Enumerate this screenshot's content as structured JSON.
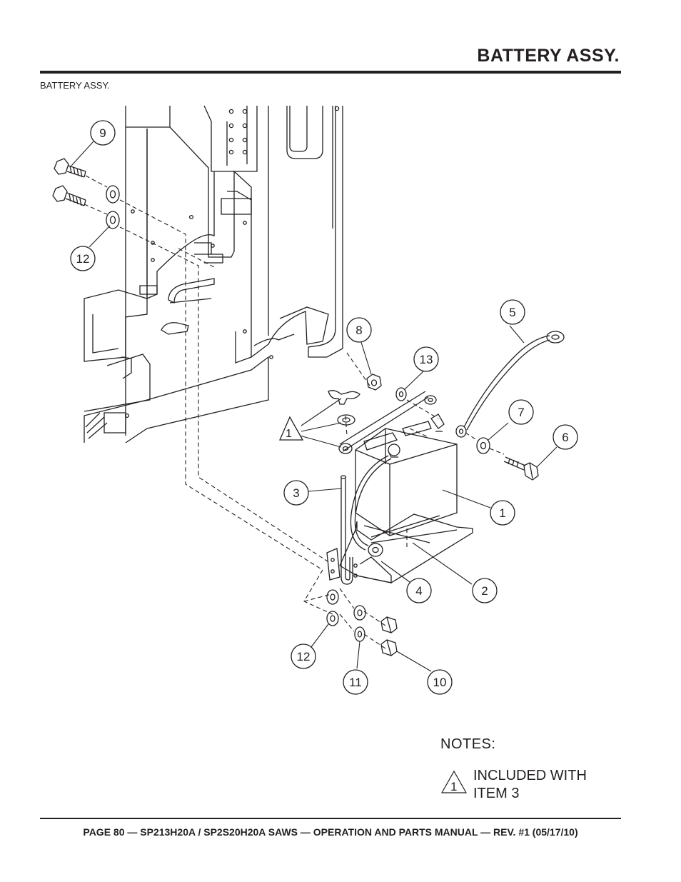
{
  "header": {
    "title": "BATTERY ASSY."
  },
  "section_label": "BATTERY ASSY.",
  "callouts": [
    "9",
    "12",
    "8",
    "13",
    "1",
    "5",
    "7",
    "6",
    "3",
    "1",
    "4",
    "2",
    "12",
    "11",
    "10"
  ],
  "notes": {
    "heading": "NOTES:",
    "items": [
      {
        "symbol": "1",
        "text_line1": "INCLUDED WITH",
        "text_line2": "ITEM 3"
      }
    ]
  },
  "footer": "PAGE 80 — SP213H20A / SP2S20H20A SAWS — OPERATION AND PARTS MANUAL — REV. #1 (05/17/10)"
}
